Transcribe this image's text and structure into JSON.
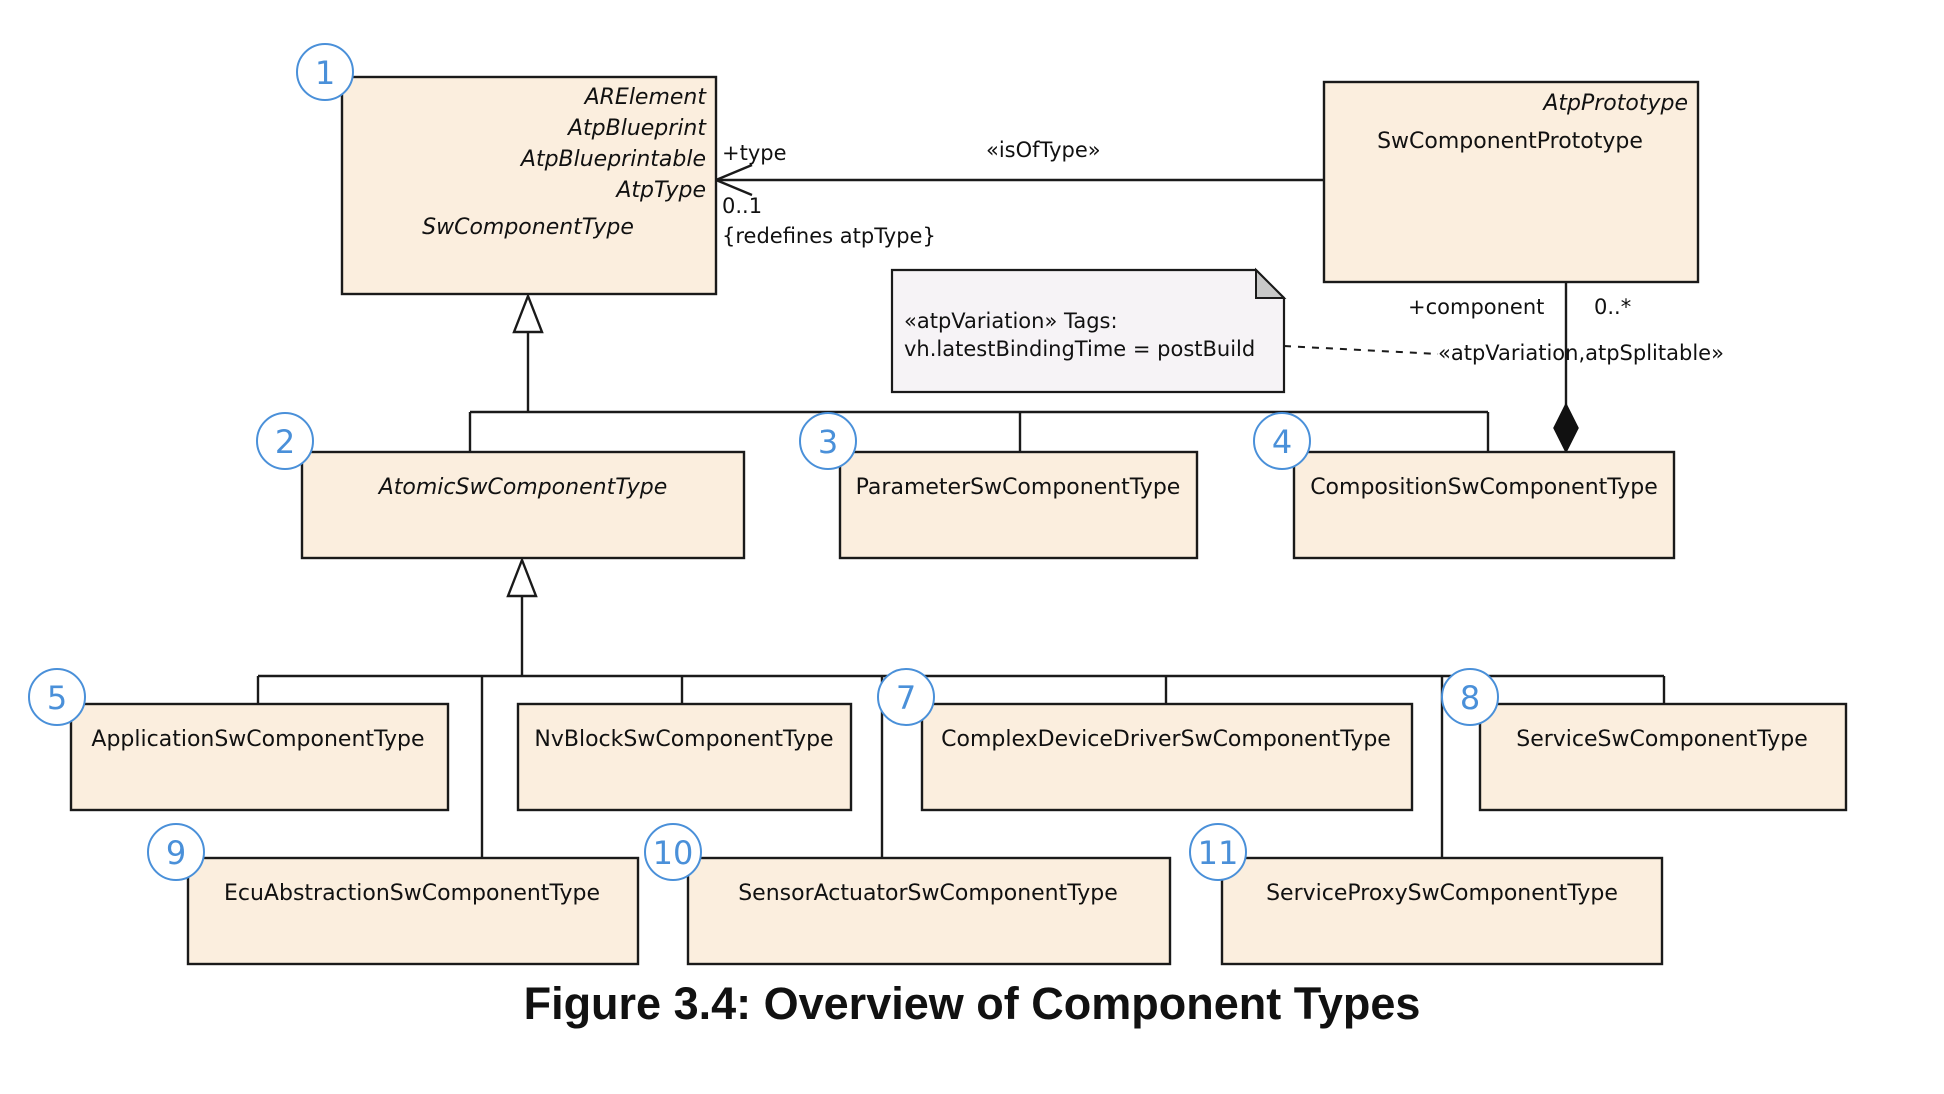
{
  "figure": {
    "caption": "Figure 3.4: Overview of Component Types"
  },
  "classes": {
    "sw_component_type": {
      "stereotypes": [
        "ARElement",
        "AtpBlueprint",
        "AtpBlueprintable",
        "AtpType"
      ],
      "name": "SwComponentType",
      "badge": "1"
    },
    "sw_component_prototype": {
      "stereotype": "AtpPrototype",
      "name": "SwComponentPrototype"
    },
    "atomic": {
      "name": "AtomicSwComponentType",
      "badge": "2"
    },
    "parameter": {
      "name": "ParameterSwComponentType",
      "badge": "3"
    },
    "composition": {
      "name": "CompositionSwComponentType",
      "badge": "4"
    },
    "application": {
      "name": "ApplicationSwComponentType",
      "badge": "5"
    },
    "nvblock": {
      "name": "NvBlockSwComponentType"
    },
    "complex_driver": {
      "name": "ComplexDeviceDriverSwComponentType",
      "badge": "7"
    },
    "service": {
      "name": "ServiceSwComponentType",
      "badge": "8"
    },
    "ecu_abstraction": {
      "name": "EcuAbstractionSwComponentType",
      "badge": "9"
    },
    "sensor_actuator": {
      "name": "SensorActuatorSwComponentType",
      "badge": "10"
    },
    "service_proxy": {
      "name": "ServiceProxySwComponentType",
      "badge": "11"
    }
  },
  "association_type": {
    "role": "+type",
    "multiplicity": "0..1",
    "constraint": "{redefines atpType}",
    "stereotype": "«isOfType»"
  },
  "association_component": {
    "role": "+component",
    "multiplicity": "0..*",
    "stereotype": "«atpVariation,atpSplitable»"
  },
  "note": {
    "line1": "«atpVariation» Tags:",
    "line2": "vh.latestBindingTime = postBuild"
  }
}
